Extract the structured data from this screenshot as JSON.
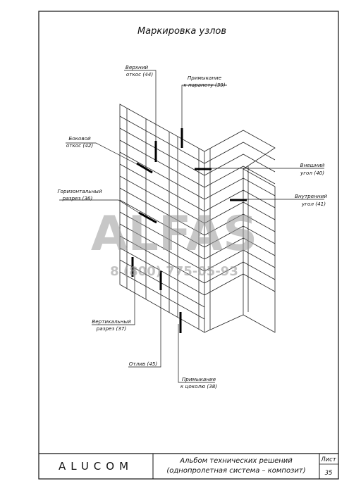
{
  "title": "Маркировка узлов",
  "watermark": {
    "brand": "ALFAS",
    "phone": "8 (800) 775-05-93"
  },
  "callouts": [
    {
      "id": "top-slope",
      "lines": [
        "Верхний",
        "откос (44)"
      ]
    },
    {
      "id": "parapet",
      "lines": [
        "Примыкание",
        "к парапету (39)"
      ]
    },
    {
      "id": "side-slope",
      "lines": [
        "Боковой",
        "откос (42)"
      ]
    },
    {
      "id": "outer-corner",
      "lines": [
        "Внешний",
        "угол (40)"
      ]
    },
    {
      "id": "inner-corner",
      "lines": [
        "Внутренний",
        "угол (41)"
      ]
    },
    {
      "id": "horizontal-section",
      "lines": [
        "Горизонтальный",
        "разрез (36)"
      ]
    },
    {
      "id": "vertical-section",
      "lines": [
        "Вертикальный",
        "разрез (37)"
      ]
    },
    {
      "id": "drip",
      "lines": [
        "Отлив (45)"
      ]
    },
    {
      "id": "plinth",
      "lines": [
        "Примыкание",
        "к цоколю (38)"
      ]
    }
  ],
  "title_block": {
    "company": "ALUCOM",
    "album_line1": "Альбом технических решений",
    "album_line2": "(однопролетная система – композит)",
    "sheet_label": "Лист",
    "sheet_number": "35"
  }
}
